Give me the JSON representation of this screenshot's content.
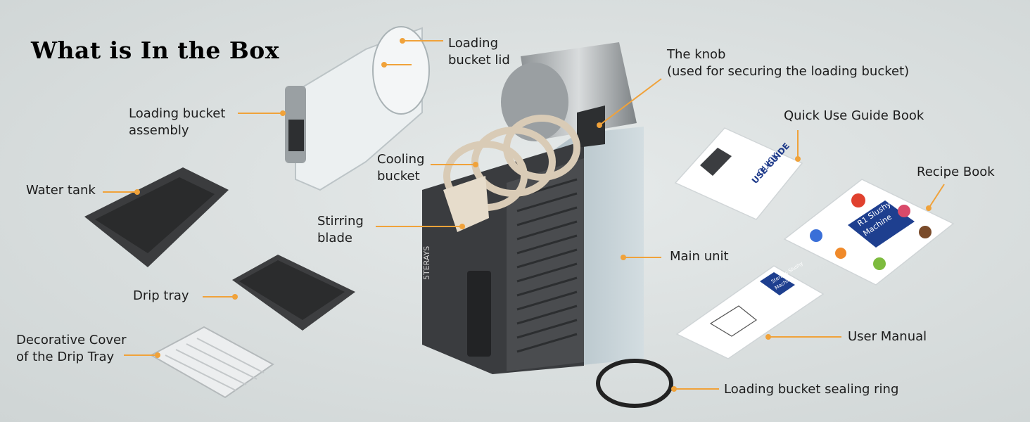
{
  "title": "What is In the Box",
  "brand_text": "5TERAYS",
  "labels": {
    "loading_bucket_lid": [
      "Loading",
      "bucket lid"
    ],
    "knob": [
      "The knob",
      "(used for securing the loading bucket)"
    ],
    "loading_bucket_assembly": [
      "Loading bucket",
      "assembly"
    ],
    "quick_use_guide": "Quick Use Guide Book",
    "cooling_bucket": [
      "Cooling",
      "bucket"
    ],
    "recipe_book": "Recipe Book",
    "water_tank": "Water tank",
    "stirring_blade": [
      "Stirring",
      "blade"
    ],
    "main_unit": "Main unit",
    "drip_tray": "Drip tray",
    "user_manual": "User Manual",
    "drip_tray_cover": [
      "Decorative Cover",
      "of the Drip Tray"
    ],
    "sealing_ring": "Loading bucket sealing ring"
  },
  "book_texts": {
    "quick_guide": [
      "QUICK",
      "USE GUIDE"
    ],
    "recipe": [
      "R1 Slushy",
      "Machine"
    ],
    "manual": [
      "5terays Slushy",
      "Machine"
    ]
  },
  "colors": {
    "accent": "#f0a23a",
    "machine_dark": "#3a3c3f",
    "machine_side": "#b9c6cc"
  }
}
